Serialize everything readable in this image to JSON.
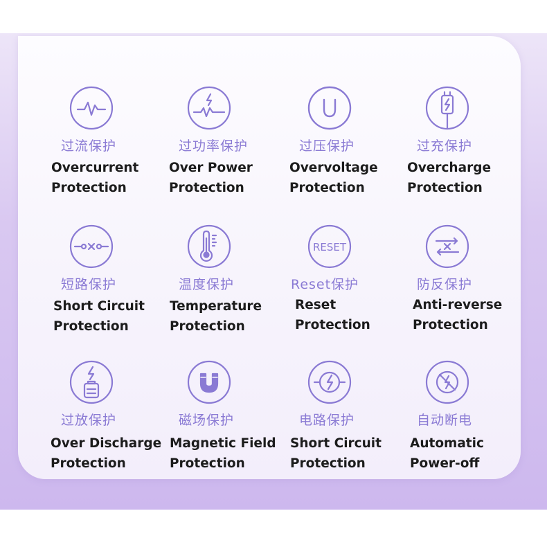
{
  "items": [
    {
      "icon": "heartbeat-icon",
      "cn": "过流保护",
      "en1": "Overcurrent",
      "en2": "Protection"
    },
    {
      "icon": "power-pulse-icon",
      "cn": "过功率保护",
      "en1": "Over Power",
      "en2": "Protection"
    },
    {
      "icon": "voltage-u-icon",
      "cn": "过压保护",
      "en1": "Overvoltage",
      "en2": "Protection"
    },
    {
      "icon": "charging-cable-icon",
      "cn": "过充保护",
      "en1": "Overcharge",
      "en2": "Protection"
    },
    {
      "icon": "short-circuit-icon",
      "cn": "短路保护",
      "en1": "Short Circuit",
      "en2": "Protection"
    },
    {
      "icon": "thermometer-icon",
      "cn": "温度保护",
      "en1": "Temperature",
      "en2": "Protection"
    },
    {
      "icon": "reset-icon",
      "icon_text": "RESET",
      "cn": "Reset保护",
      "en1": "Reset",
      "en2": "Protection"
    },
    {
      "icon": "reverse-arrows-icon",
      "cn": "防反保护",
      "en1": "Anti-reverse",
      "en2": "Protection"
    },
    {
      "icon": "battery-bolt-icon",
      "cn": "过放保护",
      "en1": "Over Discharge",
      "en2": "Protection"
    },
    {
      "icon": "magnet-icon",
      "cn": "磁场保护",
      "en1": "Magnetic Field",
      "en2": "Protection"
    },
    {
      "icon": "circuit-bolt-icon",
      "cn": "电路保护",
      "en1": "Short Circuit",
      "en2": "Protection"
    },
    {
      "icon": "power-off-icon",
      "cn": "自动断电",
      "en1": "Automatic",
      "en2": "Power-off"
    }
  ],
  "colors": {
    "icon": "#8a7ad4",
    "text": "#1c1c1c",
    "panel": "#fbf9fe",
    "band": "#d5c4f0"
  }
}
